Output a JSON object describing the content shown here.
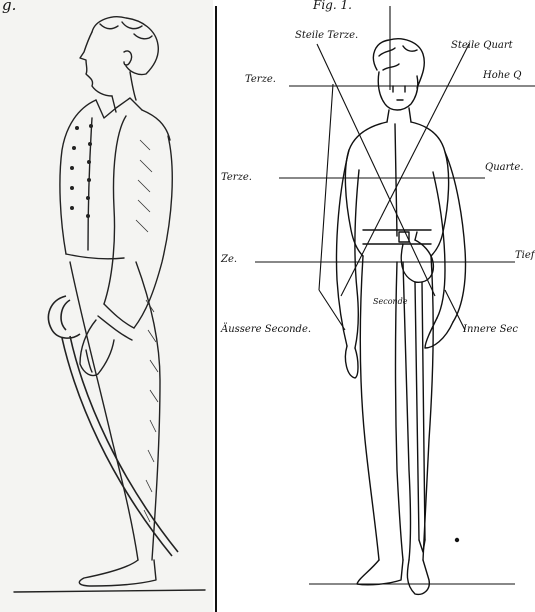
{
  "left_plate": {
    "caption_fragment": "g."
  },
  "right_plate": {
    "figure_caption": "Fig. 1.",
    "labels": {
      "steile_terze": "Steile Terze.",
      "steile_quarte": "Steile Quart",
      "terze_top": "Terze.",
      "hohe_quarte": "Hohe Q",
      "terze_middle": "Terze.",
      "quarte_middle": "Quarte.",
      "terze_low": "Ze.",
      "tiefe": "Tief",
      "seconde": "Seconde",
      "aeussere_seconde": "Äussere Seconde.",
      "innere_seconde": "Innere Sec"
    }
  },
  "colors": {
    "ink": "#111111",
    "paper_left": "#f4f4f2",
    "paper_right": "#ffffff"
  }
}
